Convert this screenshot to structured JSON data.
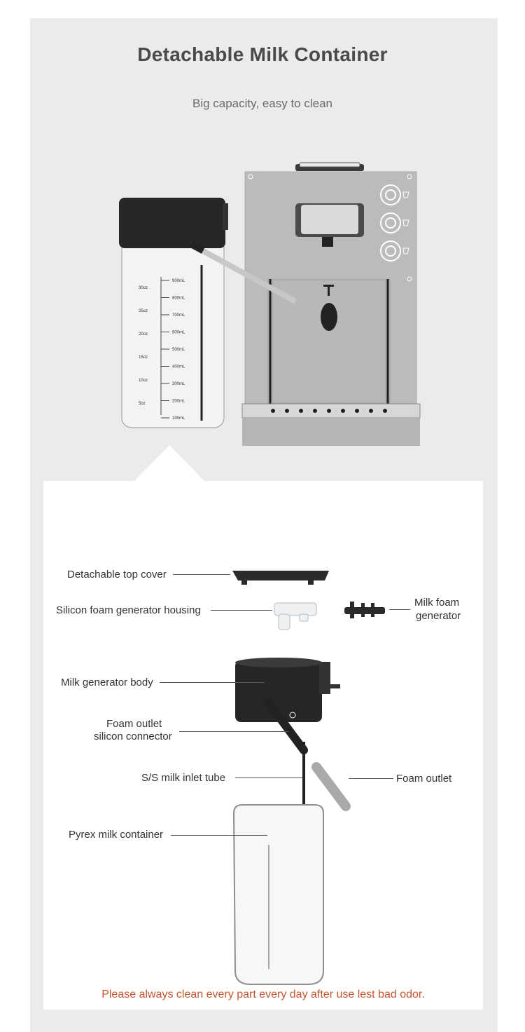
{
  "header": {
    "title": "Detachable Milk Container",
    "subtitle": "Big capacity, easy to clean"
  },
  "hero_jar_scale": {
    "ml": [
      "900mL",
      "800mL",
      "700mL",
      "600mL",
      "500mL",
      "400mL",
      "300mL",
      "200mL",
      "100mL"
    ],
    "oz": [
      "30oz",
      "25oz",
      "20oz",
      "15oz",
      "10oz",
      "5oz"
    ]
  },
  "parts": {
    "top_cover": "Detachable top cover",
    "foam_housing": "Silicon foam generator housing",
    "milk_foam_generator_line1": "Milk foam",
    "milk_foam_generator_line2": "generator",
    "generator_body": "Milk generator body",
    "outlet_connector_line1": "Foam outlet",
    "outlet_connector_line2": "silicon connector",
    "inlet_tube": "S/S milk inlet tube",
    "foam_outlet": "Foam outlet",
    "pyrex_container": "Pyrex milk container"
  },
  "footer_note": "Please always clean every part every day after use lest bad odor.",
  "colors": {
    "panel": "#ebebeb",
    "callout": "#ffffff",
    "title": "#4a4a4a",
    "note": "#c7562f"
  }
}
